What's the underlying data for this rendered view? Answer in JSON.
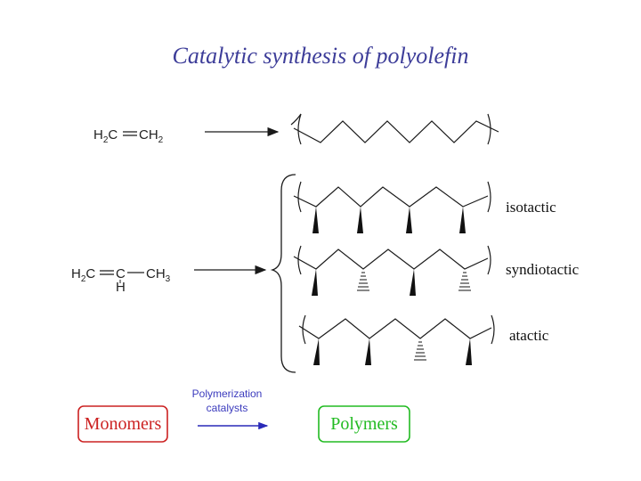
{
  "title": "Catalytic synthesis of polyolefin",
  "monomers": {
    "ethylene": {
      "left": "H",
      "left_sub": "2",
      "left_end": "C",
      "right": "CH",
      "right_sub": "2"
    },
    "propylene": {
      "left": "H",
      "left_sub": "2",
      "left_end": "C",
      "center": "C",
      "center_below": "H",
      "right": "CH",
      "right_sub": "3"
    }
  },
  "tacticity_labels": [
    "isotactic",
    "syndiotactic",
    "atactic"
  ],
  "legend": {
    "monomers_label": "Monomers",
    "catalysts_line1": "Polymerization",
    "catalysts_line2": "catalysts",
    "polymers_label": "Polymers"
  },
  "colors": {
    "title": "#3d3d99",
    "arrow": "#1a1a1a",
    "monomers_box": "#cc2222",
    "polymers_box": "#22bb22",
    "catalysts_text": "#3b3bbd",
    "small_arrow": "#2a2ab8"
  }
}
